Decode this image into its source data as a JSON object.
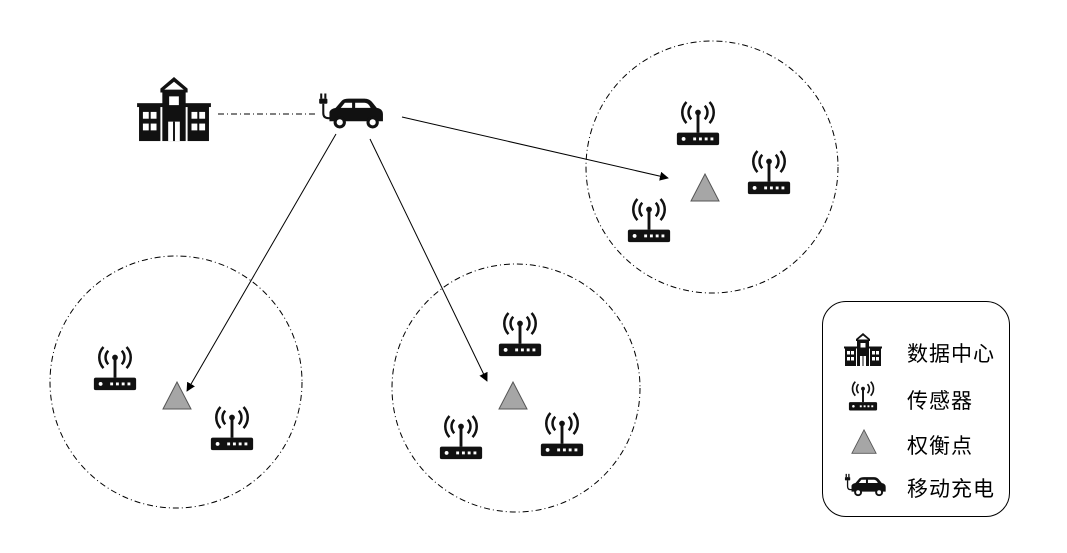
{
  "colors": {
    "line": "#000000",
    "icon": "#111111",
    "triangle_fill": "#a6a6a6",
    "triangle_stroke": "#555555"
  },
  "icons": {
    "data_center": "school-building-icon",
    "sensor": "wifi-router-icon",
    "tradeoff_point": "triangle-icon",
    "mobile_charger": "electric-car-icon"
  },
  "legend": {
    "items": [
      {
        "icon": "school-building-icon",
        "label": "数据中心"
      },
      {
        "icon": "wifi-router-icon",
        "label": "传感器"
      },
      {
        "icon": "triangle-icon",
        "label": "权衡点"
      },
      {
        "icon": "electric-car-icon",
        "label": "移动充电"
      }
    ]
  }
}
